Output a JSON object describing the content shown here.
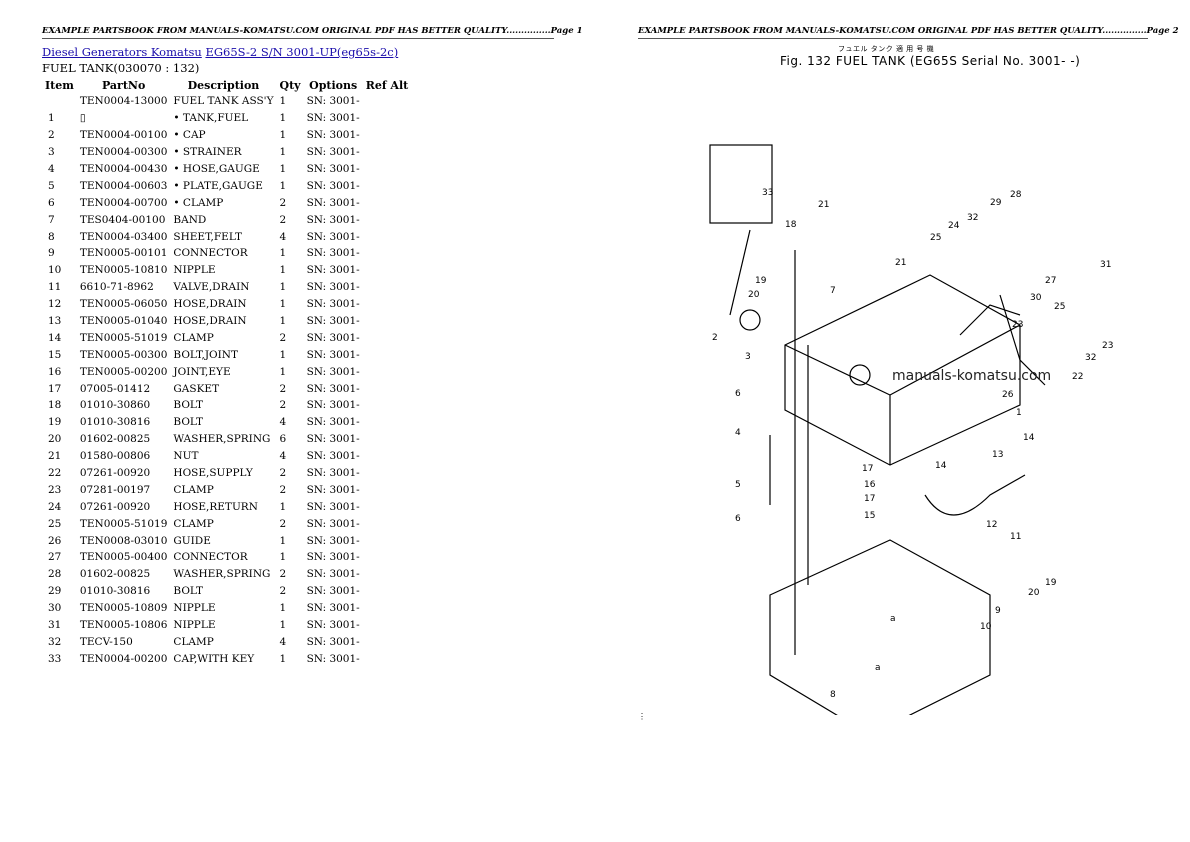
{
  "header": {
    "page1": "EXAMPLE PARTSBOOK FROM MANUALS-KOMATSU.COM ORIGINAL PDF HAS BETTER QUALITY...............Page 1",
    "page2": "EXAMPLE PARTSBOOK FROM MANUALS-KOMATSU.COM ORIGINAL PDF HAS BETTER QUALITY...............Page 2"
  },
  "breadcrumb": {
    "link1": "Diesel Generators Komatsu",
    "link2": "EG65S-2 S/N 3001-UP(eg65s-2c)"
  },
  "section_title": "FUEL TANK(030070 : 132)",
  "table": {
    "columns": [
      "Item",
      "PartNo",
      "Description",
      "Qty",
      "Options",
      "Ref Alt"
    ],
    "rows": [
      [
        "",
        "TEN0004-13000",
        "FUEL TANK ASS'Y",
        "1",
        "SN: 3001-"
      ],
      [
        "1",
        "▯",
        "• TANK,FUEL",
        "1",
        "SN: 3001-"
      ],
      [
        "2",
        "TEN0004-00100",
        "• CAP",
        "1",
        "SN: 3001-"
      ],
      [
        "3",
        "TEN0004-00300",
        "• STRAINER",
        "1",
        "SN: 3001-"
      ],
      [
        "4",
        "TEN0004-00430",
        "• HOSE,GAUGE",
        "1",
        "SN: 3001-"
      ],
      [
        "5",
        "TEN0004-00603",
        "• PLATE,GAUGE",
        "1",
        "SN: 3001-"
      ],
      [
        "6",
        "TEN0004-00700",
        "• CLAMP",
        "2",
        "SN: 3001-"
      ],
      [
        "7",
        "TES0404-00100",
        "BAND",
        "2",
        "SN: 3001-"
      ],
      [
        "8",
        "TEN0004-03400",
        "SHEET,FELT",
        "4",
        "SN: 3001-"
      ],
      [
        "9",
        "TEN0005-00101",
        "CONNECTOR",
        "1",
        "SN: 3001-"
      ],
      [
        "10",
        "TEN0005-10810",
        "NIPPLE",
        "1",
        "SN: 3001-"
      ],
      [
        "11",
        "6610-71-8962",
        "VALVE,DRAIN",
        "1",
        "SN: 3001-"
      ],
      [
        "12",
        "TEN0005-06050",
        "HOSE,DRAIN",
        "1",
        "SN: 3001-"
      ],
      [
        "13",
        "TEN0005-01040",
        "HOSE,DRAIN",
        "1",
        "SN: 3001-"
      ],
      [
        "14",
        "TEN0005-51019",
        "CLAMP",
        "2",
        "SN: 3001-"
      ],
      [
        "15",
        "TEN0005-00300",
        "BOLT,JOINT",
        "1",
        "SN: 3001-"
      ],
      [
        "16",
        "TEN0005-00200",
        "JOINT,EYE",
        "1",
        "SN: 3001-"
      ],
      [
        "17",
        "07005-01412",
        "GASKET",
        "2",
        "SN: 3001-"
      ],
      [
        "18",
        "01010-30860",
        "BOLT",
        "2",
        "SN: 3001-"
      ],
      [
        "19",
        "01010-30816",
        "BOLT",
        "4",
        "SN: 3001-"
      ],
      [
        "20",
        "01602-00825",
        "WASHER,SPRING",
        "6",
        "SN: 3001-"
      ],
      [
        "21",
        "01580-00806",
        "NUT",
        "4",
        "SN: 3001-"
      ],
      [
        "22",
        "07261-00920",
        "HOSE,SUPPLY",
        "2",
        "SN: 3001-"
      ],
      [
        "23",
        "07281-00197",
        "CLAMP",
        "2",
        "SN: 3001-"
      ],
      [
        "24",
        "07261-00920",
        "HOSE,RETURN",
        "1",
        "SN: 3001-"
      ],
      [
        "25",
        "TEN0005-51019",
        "CLAMP",
        "2",
        "SN: 3001-"
      ],
      [
        "26",
        "TEN0008-03010",
        "GUIDE",
        "1",
        "SN: 3001-"
      ],
      [
        "27",
        "TEN0005-00400",
        "CONNECTOR",
        "1",
        "SN: 3001-"
      ],
      [
        "28",
        "01602-00825",
        "WASHER,SPRING",
        "2",
        "SN: 3001-"
      ],
      [
        "29",
        "01010-30816",
        "BOLT",
        "2",
        "SN: 3001-"
      ],
      [
        "30",
        "TEN0005-10809",
        "NIPPLE",
        "1",
        "SN: 3001-"
      ],
      [
        "31",
        "TEN0005-10806",
        "NIPPLE",
        "1",
        "SN: 3001-"
      ],
      [
        "32",
        "TECV-150",
        "CLAMP",
        "4",
        "SN: 3001-"
      ],
      [
        "33",
        "TEN0004-00200",
        "CAP,WITH KEY",
        "1",
        "SN: 3001-"
      ]
    ]
  },
  "figure": {
    "title_jp": "フュエル タンク      適 用 号 機",
    "title": "Fig. 132  FUEL TANK  (EG65S Serial No. 3001- -)",
    "watermark": "manuals-komatsu.com",
    "callouts": [
      "33",
      "18",
      "21",
      "28",
      "29",
      "32",
      "24",
      "25",
      "19",
      "20",
      "21",
      "7",
      "2",
      "3",
      "6",
      "4",
      "5",
      "6",
      "1",
      "26",
      "23",
      "30",
      "25",
      "27",
      "31",
      "23",
      "22",
      "32",
      "14",
      "13",
      "17",
      "16",
      "17",
      "15",
      "14",
      "12",
      "11",
      "10",
      "9",
      "20",
      "19",
      "8",
      "a",
      "a"
    ]
  },
  "page_marker": "⋮"
}
